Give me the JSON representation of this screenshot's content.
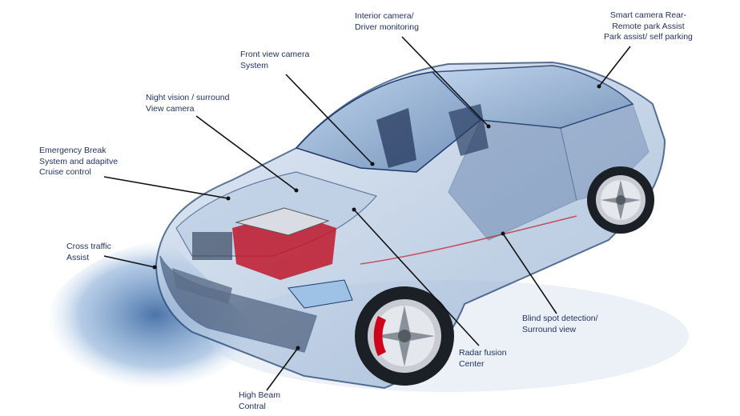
{
  "colors": {
    "label_text": "#1f2f5c",
    "leader_line": "#111111",
    "car_body": "#1b3a6b",
    "glass_blue": "#6fa8dc",
    "engine_red": "#c0172b",
    "brake_red": "#d0021b"
  },
  "labels": {
    "interior_camera": [
      "Interior camera/",
      "Driver monitoring"
    ],
    "smart_camera": [
      "Smart camera Rear-",
      "Remote park Assist",
      "Park assist/ self parking"
    ],
    "front_view_camera": [
      "Front view camera",
      "System"
    ],
    "night_vision": [
      "Night vision / surround",
      "View camera"
    ],
    "emergency_break": [
      "Emergency Break",
      "System and adapitve",
      "Cruise control"
    ],
    "cross_traffic": [
      "Cross traffic",
      "Assist"
    ],
    "blind_spot": [
      "Blind spot detection/",
      "Surround view"
    ],
    "radar_fusion": [
      "Radar fusion",
      "Center"
    ],
    "high_beam": [
      "High Beam",
      "Contral"
    ]
  }
}
